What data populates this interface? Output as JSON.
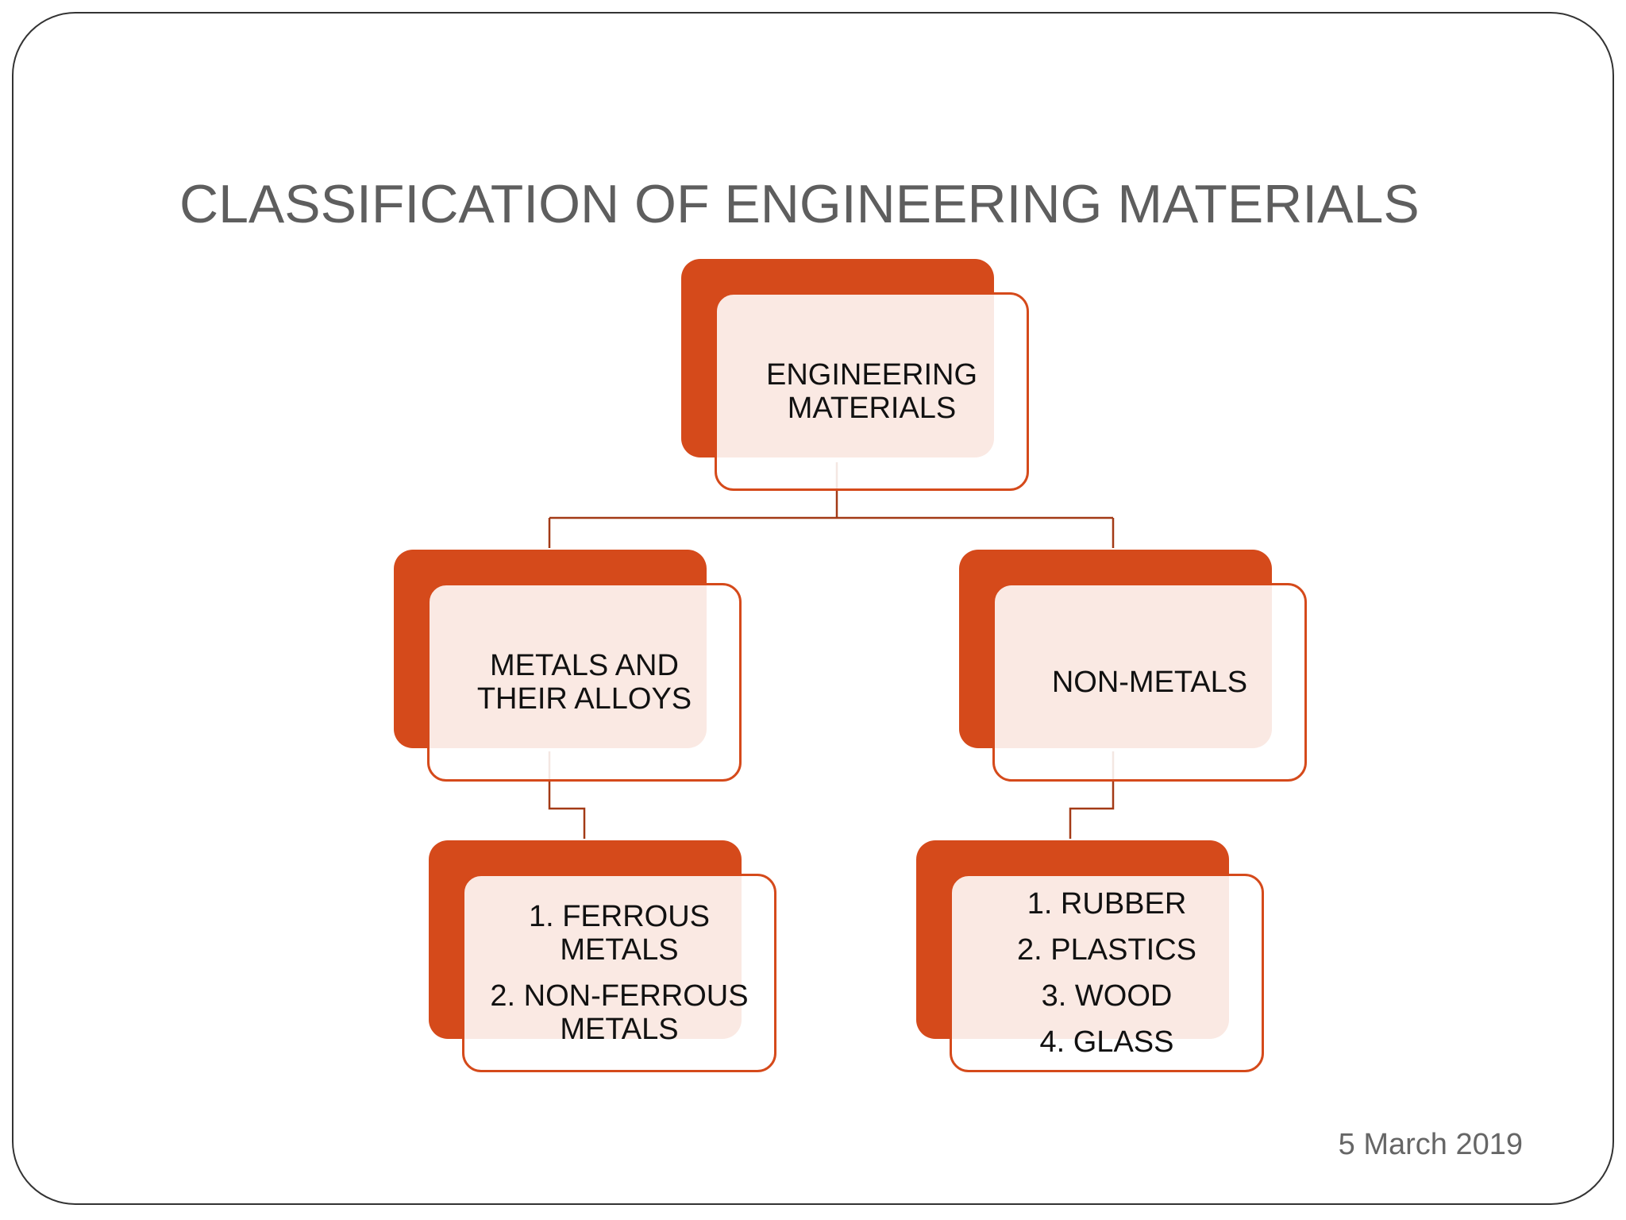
{
  "slide": {
    "title": "CLASSIFICATION OF ENGINEERING MATERIALS",
    "date": "5 March 2019"
  },
  "colors": {
    "accent": "#d54a1b",
    "title_text": "#5e5e5e",
    "frame": "#333333"
  },
  "diagram": {
    "root": {
      "lines": [
        "ENGINEERING",
        "MATERIALS"
      ]
    },
    "metals": {
      "lines": [
        "METALS AND",
        "THEIR ALLOYS"
      ]
    },
    "nonmetals": {
      "lines": [
        "NON-METALS"
      ]
    },
    "metal_types": {
      "lines": [
        "1. FERROUS",
        "METALS",
        "2. NON-FERROUS",
        "METALS"
      ]
    },
    "nonmetal_types": {
      "lines": [
        "1. RUBBER",
        "2. PLASTICS",
        "3. WOOD",
        "4. GLASS"
      ]
    }
  }
}
